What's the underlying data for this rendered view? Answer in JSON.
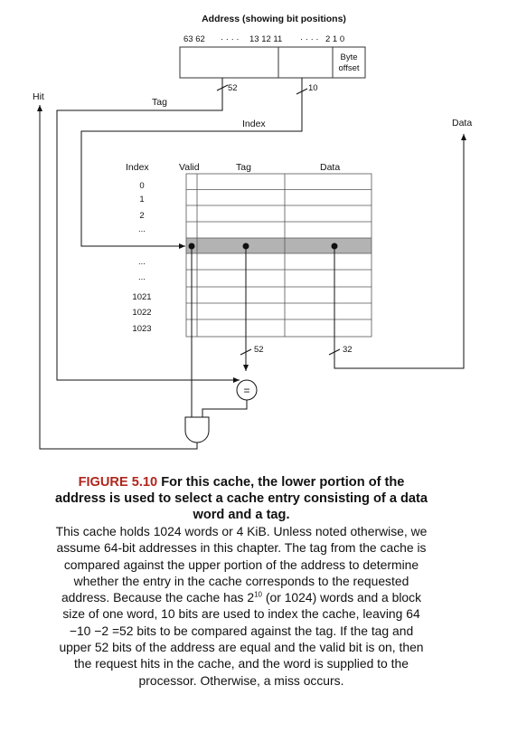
{
  "address": {
    "title": "Address (showing bit positions)",
    "bits_left": "63 62",
    "dots_1": "· · · ·",
    "bits_mid": "13 12 11",
    "dots_2": "· · · ·",
    "bits_right": "2  1 0",
    "byte_offset_line1": "Byte",
    "byte_offset_line2": "offset"
  },
  "signals": {
    "hit": "Hit",
    "tag": "Tag",
    "index": "Index",
    "data": "Data",
    "tag_width": "52",
    "index_width": "10",
    "compare_width": "52",
    "data_width": "32",
    "comparator_symbol": "="
  },
  "table": {
    "col_index": "Index",
    "col_valid": "Valid",
    "col_tag": "Tag",
    "col_data": "Data",
    "row_labels_top": [
      "0",
      "1",
      "2",
      "..."
    ],
    "row_labels_mid": [
      "...",
      "..."
    ],
    "row_labels_bottom": [
      "1021",
      "1022",
      "1023"
    ]
  },
  "caption": {
    "figure_number": "FIGURE 5.10",
    "heading": "For this cache, the lower portion of the address is used to select a cache entry consisting of a data word and a tag.",
    "body_1": "This cache holds 1024 words or 4 KiB. Unless noted otherwise, we assume 64-bit addresses in this chapter. The tag from the cache is compared against the upper portion of the address to determine whether the entry in the cache corresponds to the requested address. Because the cache has 2",
    "body_sup": "10",
    "body_2": " (or 1024) words and a block size of one word, 10 bits are used to index the cache, leaving 64 −10 −2 =52 bits to be compared against the tag. If the tag and upper 52 bits of the address are equal and the valid bit is on, then the request hits in the cache, and the word is supplied to the processor. Otherwise, a miss occurs."
  }
}
